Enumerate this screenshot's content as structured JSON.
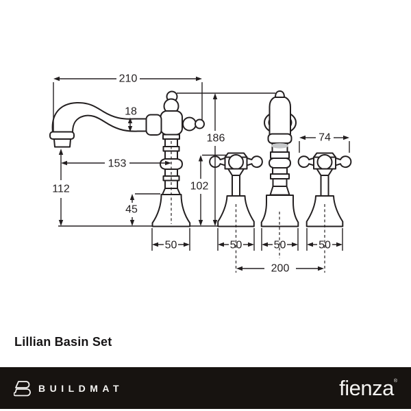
{
  "product": {
    "title": "Lillian Basin Set"
  },
  "diagram": {
    "type": "technical-dimension-drawing",
    "stroke_color": "#231f20",
    "gray_band_color": "#c7c9cb",
    "labels": {
      "spout_reach": "210",
      "spout_tube": "18",
      "overall_height": "186",
      "handle_width": "74",
      "spout_projection": "153",
      "handle_height": "102",
      "outlet_clearance": "112",
      "flange_height": "45",
      "flange_w_spout": "50",
      "flange_w_left_handle": "50",
      "flange_w_mixer": "50",
      "flange_w_right_handle": "50",
      "hole_centres": "200"
    }
  },
  "footer": {
    "bar_color": "#171310",
    "buildmat": "BUILDMAT",
    "fienza": "fienza",
    "registered_mark": "®"
  }
}
